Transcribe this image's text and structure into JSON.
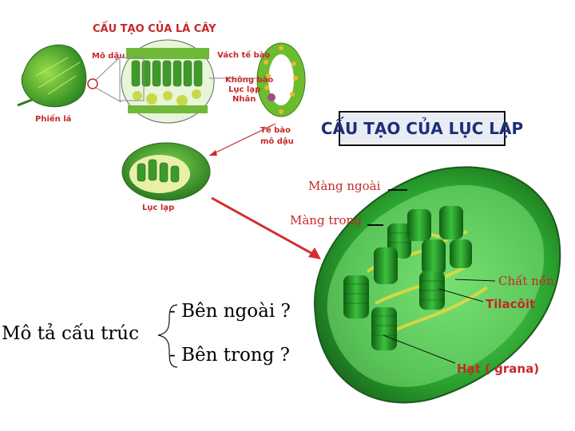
{
  "leaf_diagram": {
    "title": "CẤU TẠO CỦA LÁ CÂY",
    "labels": {
      "mo_dau": "Mô dậu",
      "vach_te_bao": "Vách tế bào",
      "khong_bao": "Không bào",
      "luc_lap": "Lục lạp",
      "nhan": "Nhân",
      "phien_la": "Phiến lá",
      "te_bao_mo_dau": "Tế bào\nmô dậu",
      "luc_lap_bottom": "Lục lạp"
    }
  },
  "chloroplast": {
    "title": "CẤU TẠO CỦA LỤC LẠP",
    "labels": {
      "mang_ngoai": "Màng ngoài",
      "mang_trong": "Màng trong",
      "chat_nen": "Chất nền",
      "tilacoit": "Tilacôit",
      "hat_grana": "Hạt ( grana)"
    }
  },
  "question": {
    "prompt": "Mô tả cấu trúc",
    "item1": "- Bên ngoài ?",
    "item2": "- Bên trong ?"
  },
  "colors": {
    "red_label": "#c62828",
    "title_blue": "#1c2f7a",
    "green_dark": "#1f7a1f",
    "green_light": "#4cc44c",
    "thylakoid_yellow": "#d8d84a"
  }
}
